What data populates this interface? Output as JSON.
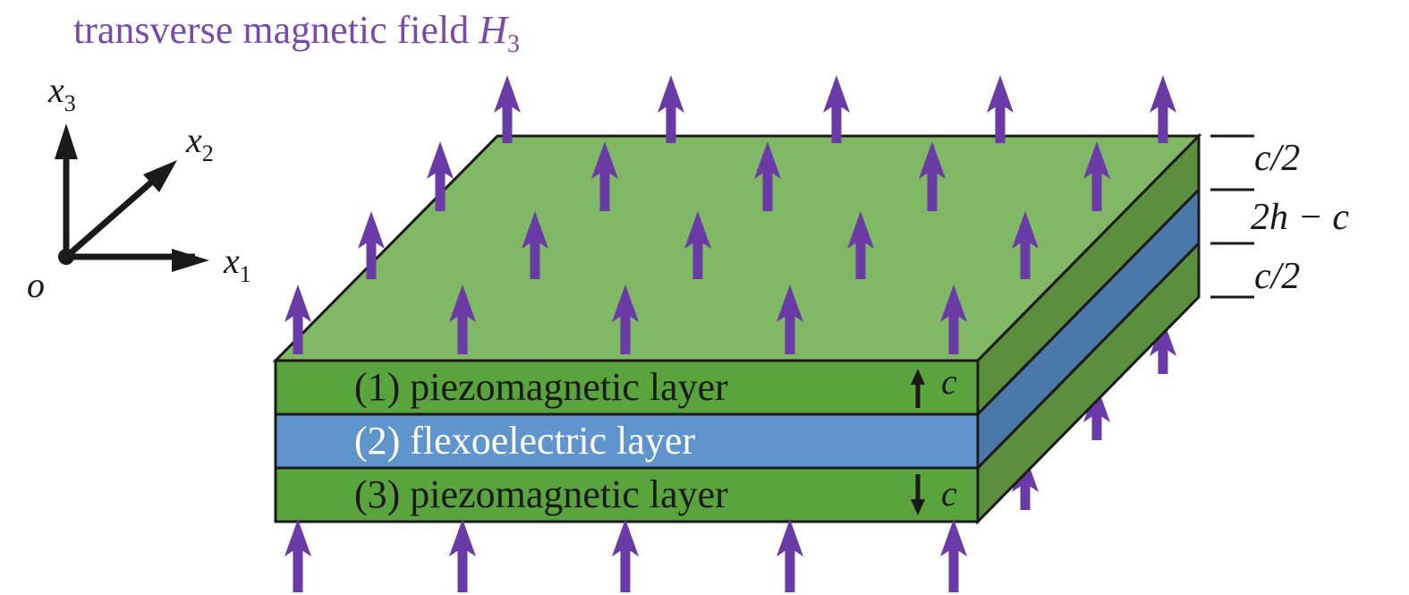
{
  "title": {
    "prefix": "transverse magnetic field ",
    "symbol": "H",
    "subscript": "3"
  },
  "axes": {
    "x3": {
      "symbol": "x",
      "subscript": "3"
    },
    "x2": {
      "symbol": "x",
      "subscript": "2"
    },
    "x1": {
      "symbol": "x",
      "subscript": "1"
    },
    "origin": "o"
  },
  "layers": {
    "top": "(1) piezomagnetic layer",
    "middle": "(2) flexoelectric layer",
    "bottom": "(3) piezomagnetic layer"
  },
  "polarization": {
    "top": "c",
    "bottom": "c"
  },
  "thickness": {
    "top": "c/2",
    "middle": "2h − c",
    "bottom": "c/2"
  },
  "colors": {
    "piezomagnetic_front": "#5aa43e",
    "piezomagnetic_top": "#80b866",
    "piezomagnetic_side": "#5b8f3e",
    "flexoelectric_front": "#5f95cc",
    "flexoelectric_side": "#4a78a8",
    "field_arrow": "#6a3aa6",
    "title": "#7a4aa8",
    "outline": "#1a1a1a"
  }
}
